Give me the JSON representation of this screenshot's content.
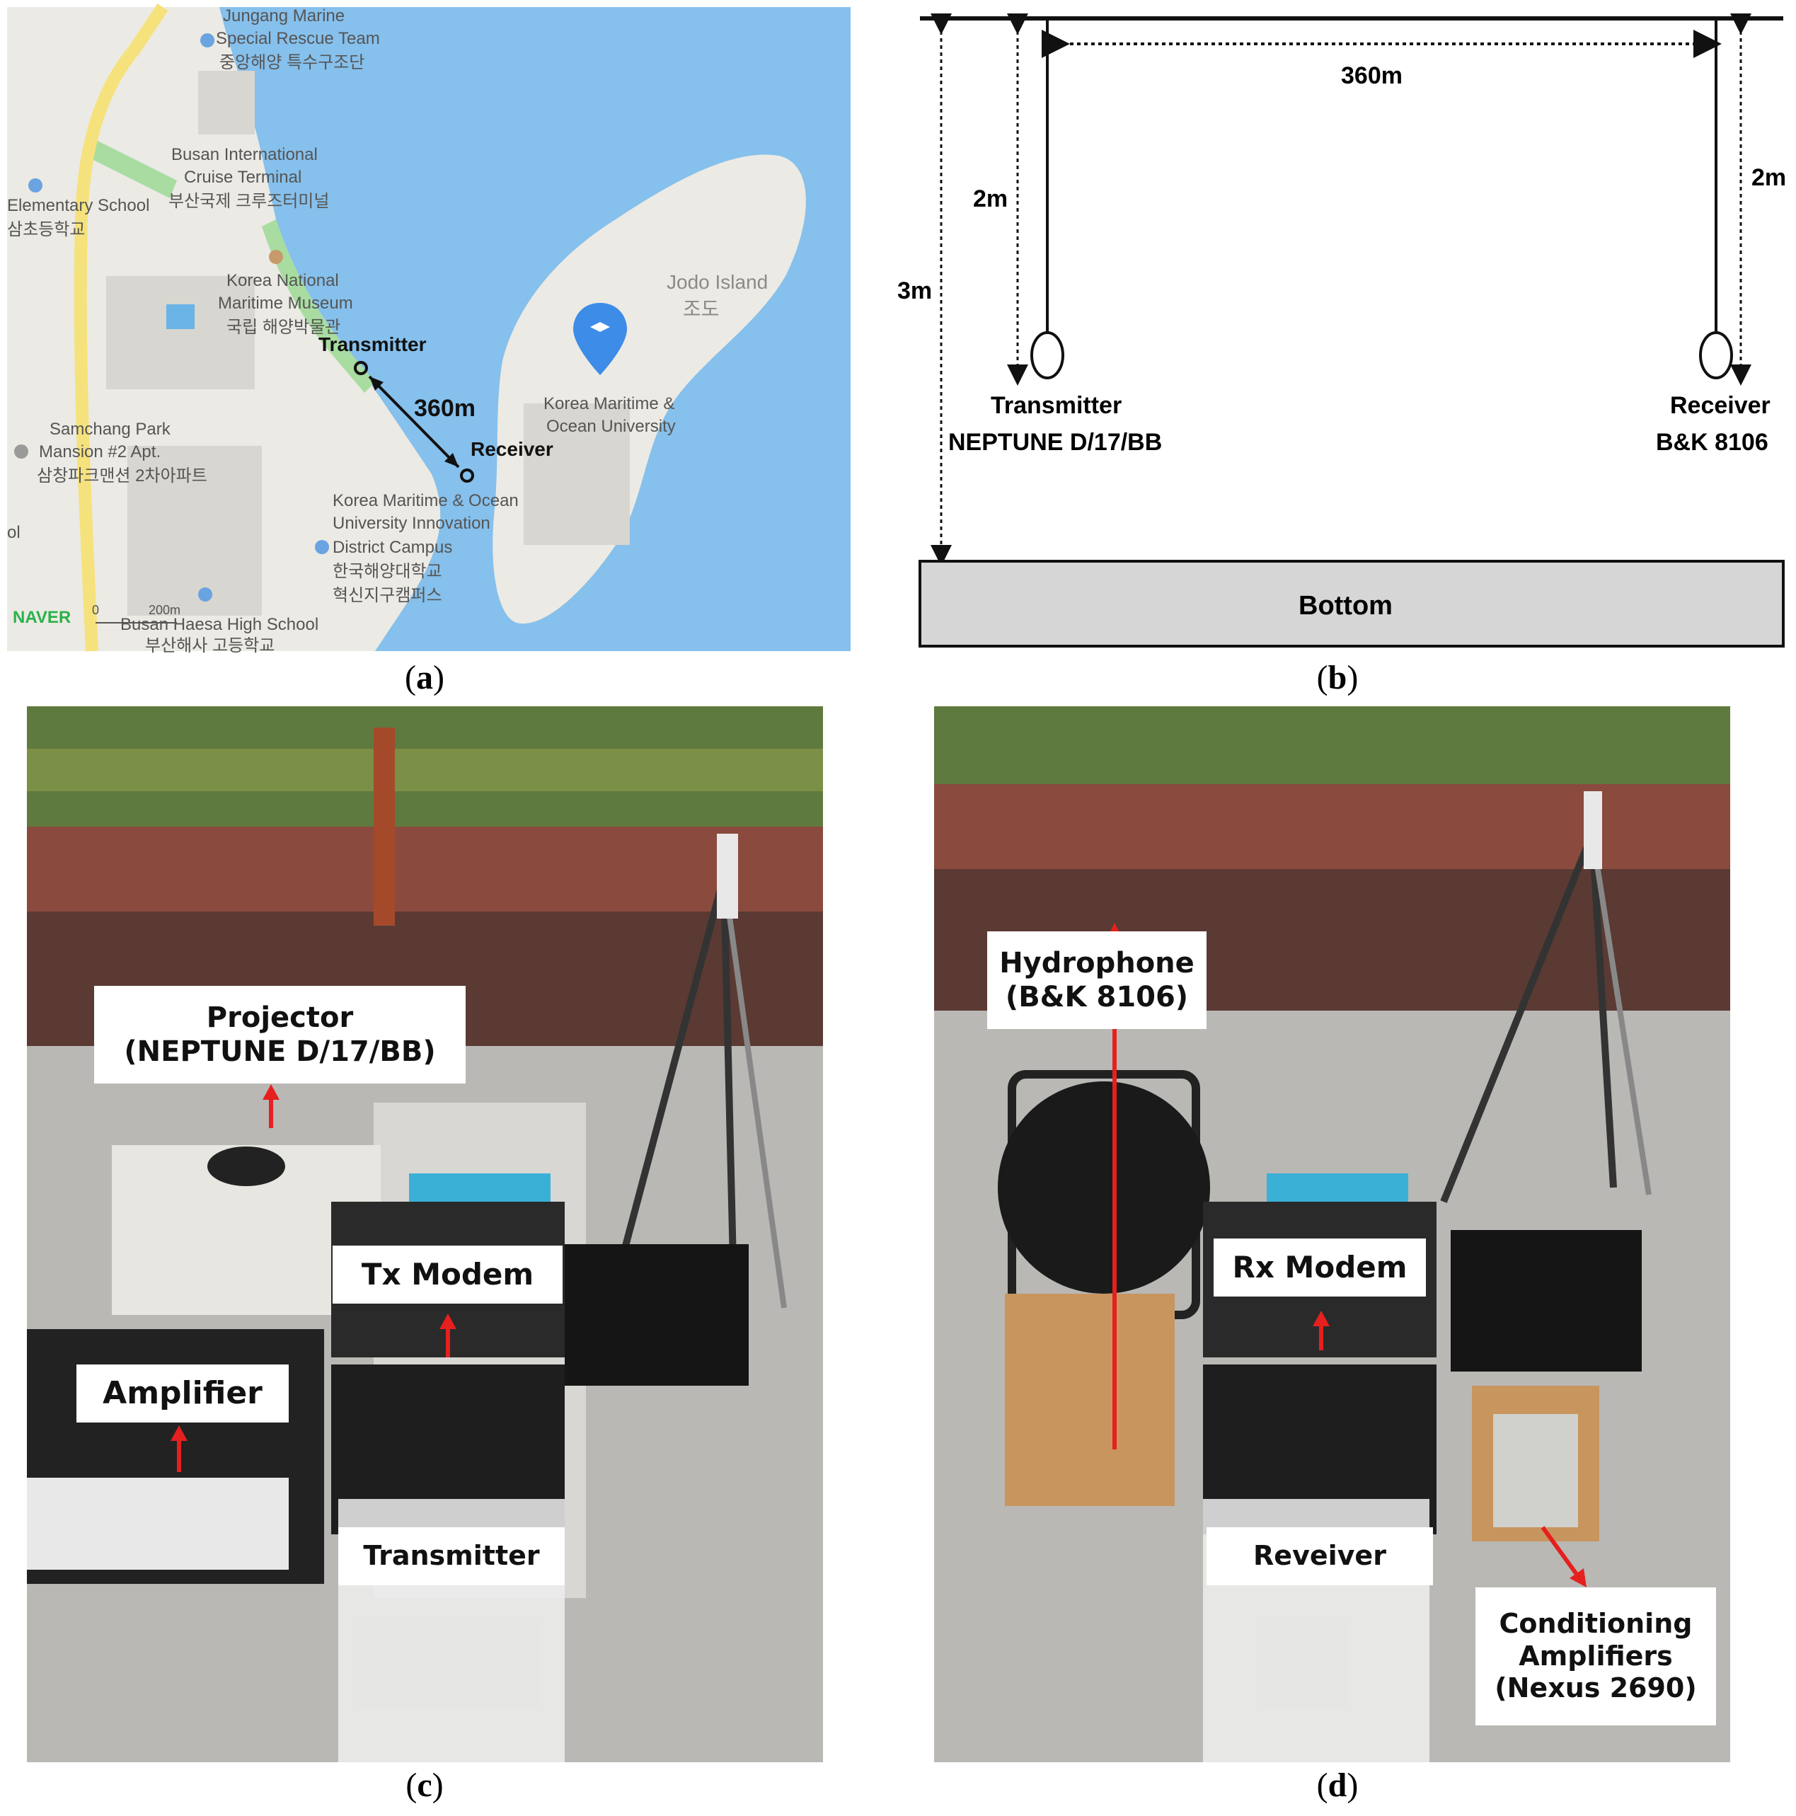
{
  "captions": {
    "a": "a",
    "b": "b",
    "c": "c",
    "d": "d"
  },
  "map": {
    "labels": {
      "jungang_en1": "Jungang Marine",
      "jungang_en2": "Special Rescue Team",
      "jungang_ko": "중앙해양 특수구조단",
      "cruise_en1": "Busan International",
      "cruise_en2": "Cruise Terminal",
      "cruise_ko": "부산국제 크루즈터미널",
      "elem_en": "Elementary School",
      "elem_ko": "삼초등학교",
      "museum_en1": "Korea National",
      "museum_en2": "Maritime Museum",
      "museum_ko": "국립 해양박물관",
      "jodo_en": "Jodo Island",
      "jodo_ko": "조도",
      "kmou_en1": "Korea Maritime &",
      "kmou_en2": "Ocean University",
      "samchang_en1": "Samchang Park",
      "samchang_en2": "Mansion #2 Apt.",
      "samchang_ko": "삼창파크맨션 2차아파트",
      "campus_en1": "Korea Maritime & Ocean",
      "campus_en2": "University Innovation",
      "campus_en3": "District Campus",
      "campus_ko1": "한국해양대학교",
      "campus_ko2": "혁신지구캠퍼스",
      "haesa_en": "Busan Haesa High School",
      "haesa_ko": "부산해사 고등학교",
      "ol": "ol",
      "naver": "NAVER",
      "scale_zero": "0",
      "scale_200": "200m"
    },
    "transmitter": "Transmitter",
    "receiver": "Receiver",
    "distance": "360m"
  },
  "diagram": {
    "span": "360m",
    "tx_depth": "2m",
    "rx_depth": "2m",
    "water_depth": "3m",
    "tx_label": "Transmitter",
    "tx_model": "NEPTUNE  D/17/BB",
    "rx_label": "Receiver",
    "rx_model": "B&K 8106",
    "bottom": "Bottom"
  },
  "photo_c": {
    "projector_1": "Projector",
    "projector_2": "(NEPTUNE D/17/BB)",
    "tx_modem": "Tx Modem",
    "amplifier": "Amplifier",
    "transmitter": "Transmitter"
  },
  "photo_d": {
    "hydrophone_1": "Hydrophone",
    "hydrophone_2": "(B&K 8106)",
    "rx_modem": "Rx Modem",
    "receiver": "Reveiver",
    "cond_1": "Conditioning",
    "cond_2": "Amplifiers",
    "cond_3": "(Nexus 2690)"
  },
  "colors": {
    "sea": "#86c0ec",
    "land": "#eceae4",
    "arrow": "#e5201f",
    "bottom": "#d6d6d6"
  }
}
